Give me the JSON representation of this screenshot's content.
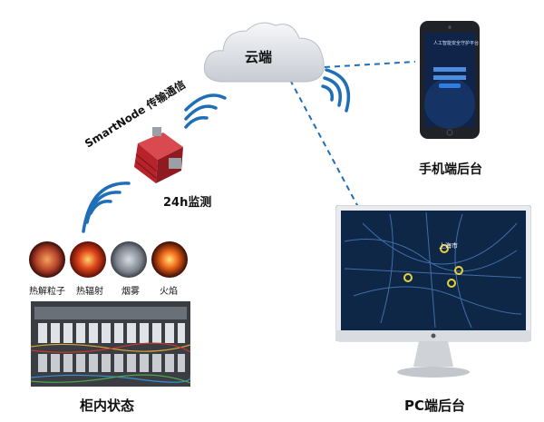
{
  "cloud": {
    "label": "云端"
  },
  "transmission": {
    "label": "SmartNode 传输通信"
  },
  "monitor": {
    "label": "24h监测"
  },
  "mobile": {
    "label": "手机端后台",
    "screen_title": "人工智能安全守护平台"
  },
  "pc": {
    "label": "PC端后台",
    "map_city": "上海市"
  },
  "sensors": [
    {
      "label": "热解粒子",
      "icon": "particle-icon"
    },
    {
      "label": "热辐射",
      "icon": "radiation-icon"
    },
    {
      "label": "烟雾",
      "icon": "smoke-icon"
    },
    {
      "label": "火焰",
      "icon": "flame-icon"
    }
  ],
  "cabinet": {
    "label": "柜内状态"
  },
  "colors": {
    "accent": "#1e6fb8",
    "device_red": "#b8232b",
    "map_bg": "#0f2747",
    "marker": "#e8d23a"
  }
}
